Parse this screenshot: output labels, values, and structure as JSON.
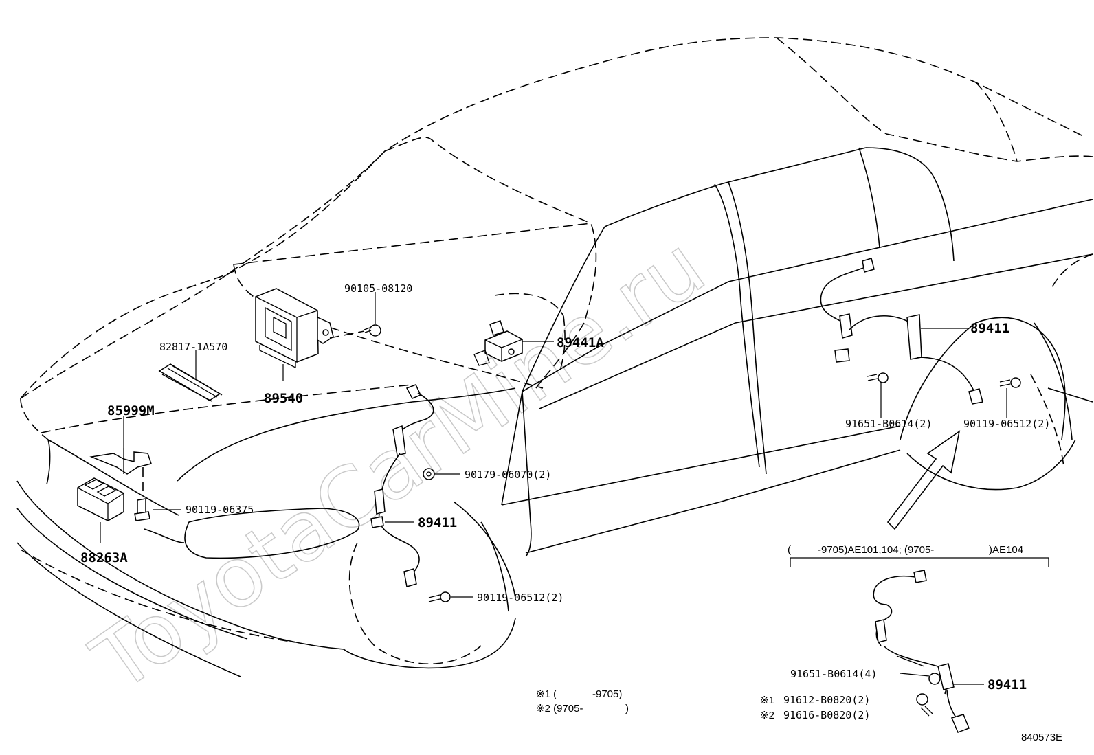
{
  "watermark": "ToyotaCarMine.ru",
  "parts": {
    "p_90105_08120": "90105-08120",
    "p_82817_1a570": "82817-1A570",
    "p_89540": "89540",
    "p_89441a": "89441A",
    "p_85999m": "85999M",
    "p_90119_06375": "90119-06375",
    "p_88263a": "88263A",
    "p_90179_06070": "90179-06070(2)",
    "p_89411_front": "89411",
    "p_90119_06512_front": "90119-06512(2)",
    "p_89411_rear": "89411",
    "p_91651_b0614_rear": "91651-B0614(2)",
    "p_90119_06512_rear": "90119-06512(2)",
    "p_89411_inset": "89411",
    "p_91651_b0614_inset": "91651-B0614(4)",
    "p_91612_b0820": "91612-B0820(2)",
    "p_91616_b0820": "91616-B0820(2)"
  },
  "inset_header": {
    "part1": "(",
    "part2": "-9705)AE101,104; (9705-",
    "part3": ")AE104"
  },
  "inset_marks": {
    "mark1": "※1",
    "mark2": "※2"
  },
  "legend": {
    "line1_mark": "※1 (",
    "line1_range": "-9705)",
    "line2_mark": "※2 (9705-",
    "line2_close": ")"
  },
  "diagram_id": "840573E"
}
